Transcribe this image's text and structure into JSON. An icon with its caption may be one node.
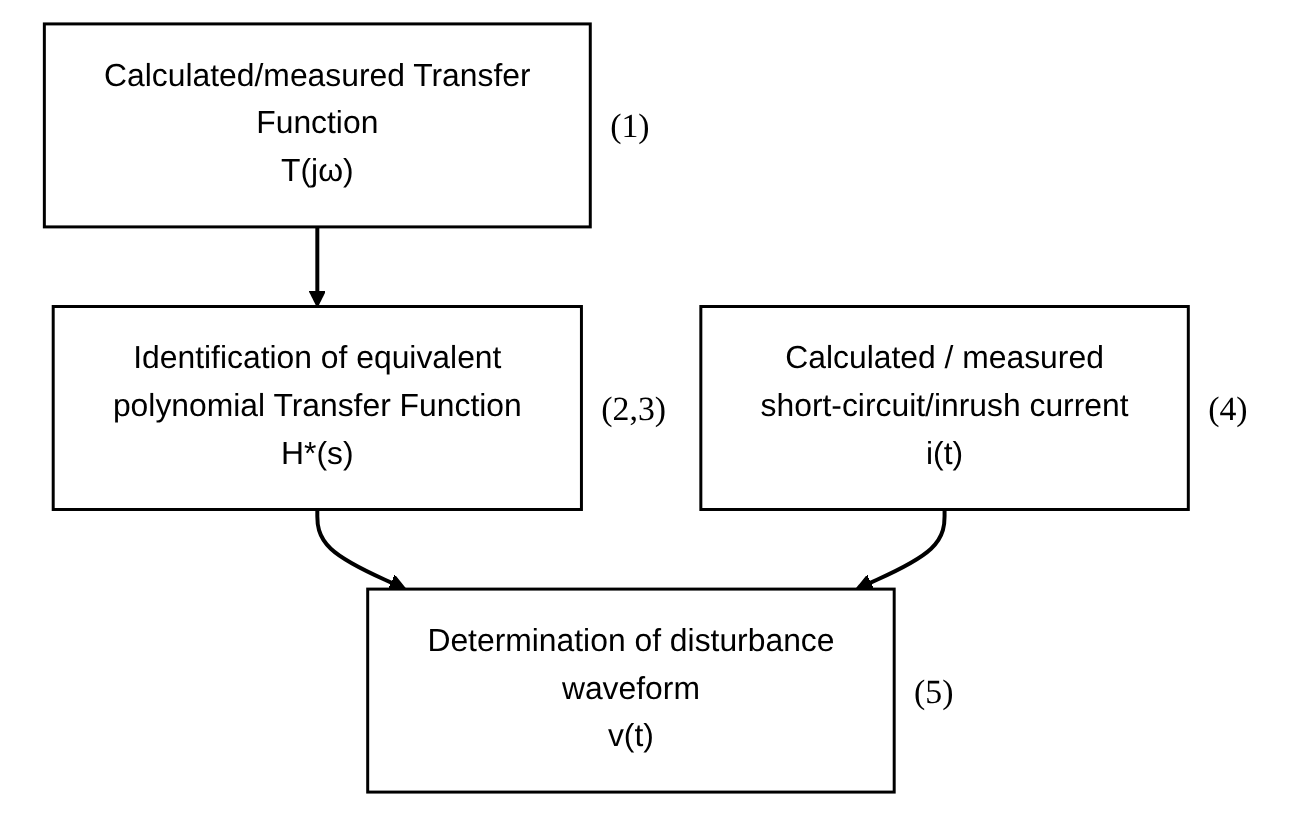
{
  "diagram": {
    "nodes": [
      {
        "text": [
          "Calculated/measured Transfer Function",
          "T(jω)"
        ],
        "beside": [
          "(1)"
        ]
      },
      {
        "text": [
          "Identification of equivalent polynomial Transfer Function",
          "H*(s)"
        ],
        "beside": [
          "(2,3)"
        ]
      },
      {
        "text": [
          "Calculated / measured short-circuit/inrush current",
          "i(t)"
        ],
        "beside": [
          "(4)"
        ]
      },
      {
        "text": [
          "Determination of disturbance waveform",
          "v(t)"
        ],
        "beside": [
          "(5)"
        ]
      }
    ],
    "edges": [
      {
        "from": 0,
        "to": 1,
        "arrow": "to"
      },
      {
        "from": 1,
        "to": 3,
        "arrow": "to"
      },
      {
        "from": 2,
        "to": 3,
        "arrow": "to"
      }
    ]
  }
}
